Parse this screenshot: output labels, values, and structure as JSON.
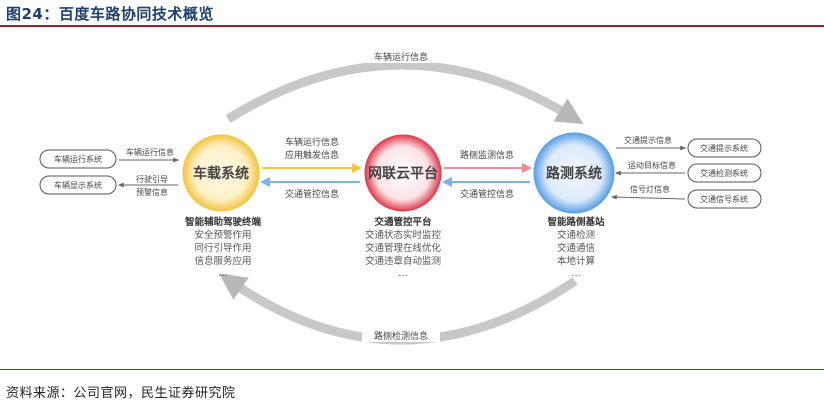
{
  "header": {
    "title": "图24：百度车路协同技术概览"
  },
  "footer": {
    "source": "资料来源：公司官网，民生证券研究院"
  },
  "colors": {
    "vehicle": "#f4c542",
    "cloud": "#e03c50",
    "road": "#5aa0e6",
    "title": "#1f3f6e",
    "rule": "#9b2230"
  },
  "nodes": {
    "vehicle": {
      "label": "车载系统"
    },
    "cloud": {
      "label": "网联云平台"
    },
    "road": {
      "label": "路测系统"
    }
  },
  "arcs": {
    "top": "车辆运行信息",
    "bottom": "路侧检测信息"
  },
  "links": {
    "veh_to_cloud_1": "车辆运行信息",
    "veh_to_cloud_2": "应用触发信息",
    "cloud_to_veh": "交通管控信息",
    "road_to_cloud": "路侧监测信息",
    "cloud_to_road": "交通管控信息",
    "left_to_veh": "车辆运行信息",
    "veh_to_left_1": "行驶引导",
    "veh_to_left_2": "预警信息",
    "road_to_right_1": "交通提示信息",
    "right_to_road_2": "运动目标信息",
    "right_to_road_3": "信号灯信息"
  },
  "left_boxes": [
    "车辆运行系统",
    "车辆显示系统"
  ],
  "right_boxes": [
    "交通提示系统",
    "交通检测系统",
    "交通信号系统"
  ],
  "lists": {
    "vehicle": {
      "heading": "智能辅助驾驶终端",
      "items": [
        "安全预警作用",
        "同行引导作用",
        "信息服务应用",
        "…"
      ]
    },
    "cloud": {
      "heading": "交通管控平台",
      "items": [
        "交通状态实时监控",
        "交通管理在线优化",
        "交通违章自动监测",
        "…"
      ]
    },
    "road": {
      "heading": "智能路侧基站",
      "items": [
        "交通检测",
        "交通通信",
        "本地计算",
        "…"
      ]
    }
  }
}
